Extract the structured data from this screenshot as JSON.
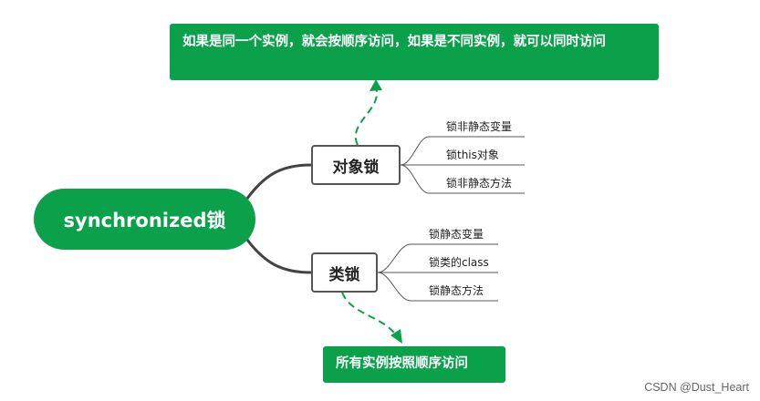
{
  "root": {
    "label": "synchronized锁"
  },
  "branches": {
    "object_lock": {
      "label": "对象锁",
      "leaves": [
        "锁非静态变量",
        "锁this对象",
        "锁非静态方法"
      ],
      "note": "如果是同一个实例，就会按顺序访问，如果是不同实例，就可以同时访问"
    },
    "class_lock": {
      "label": "类锁",
      "leaves": [
        "锁静态变量",
        "锁类的class",
        "锁静态方法"
      ],
      "note": "所有实例按照顺序访问"
    }
  },
  "watermark": "CSDN @Dust_Heart",
  "colors": {
    "accent_green": "#0aa14a",
    "connector": "#444444",
    "dashed_arrow": "#0aa14a"
  }
}
